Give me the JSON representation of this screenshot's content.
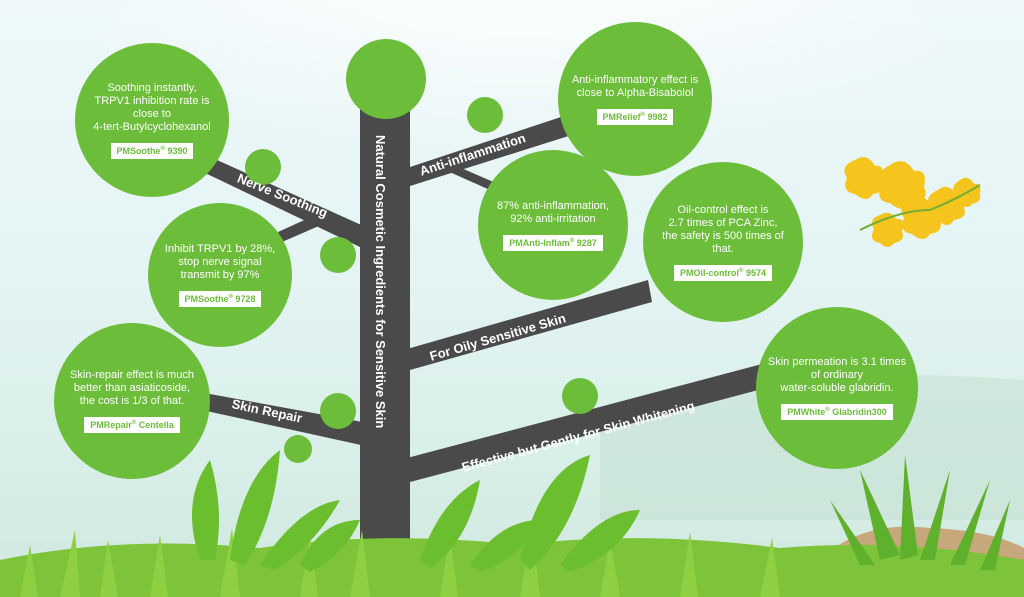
{
  "trunk_title": "Natural Cosmetic Ingredients for Sensitive Skin",
  "branches": {
    "anti_inflammation": "Anti-inflammation",
    "nerve_soothing": "Nerve Soothing",
    "oily_sensitive": "For Oily Sensitive Skin",
    "skin_repair": "Skin Repair",
    "whitening": "Effective but Gently for Skin Whitening"
  },
  "bubbles": {
    "soothe_9390": {
      "desc": "Soothing instantly,\nTRPV1 inhibition rate is\nclose to\n4-tert-Butylcyclohexanol",
      "tag": "PMSoothe",
      "mark": "®",
      "code": " 9390"
    },
    "soothe_9728": {
      "desc": "Inhibit TRPV1 by 28%,\nstop nerve signal\ntransmit by 97%",
      "tag": "PMSoothe",
      "mark": "®",
      "code": " 9728"
    },
    "repair": {
      "desc": "Skin-repair effect is much\nbetter than asiaticoside,\nthe cost is 1/3 of that.",
      "tag": "PMRepair",
      "mark": "®",
      "code": " Centella"
    },
    "relief": {
      "desc": "Anti-inflammatory effect is\nclose to Alpha-Bisabolol",
      "tag": "PMRelief",
      "mark": "®",
      "code": " 9982"
    },
    "anti_inflam": {
      "desc": "87% anti-inflammation,\n92% anti-irritation",
      "tag": "PMAnti-Inflam",
      "mark": "®",
      "code": " 9287"
    },
    "oil_control": {
      "desc": "Oil-control effect is\n2.7 times of PCA Zinc,\nthe safety is 500 times of that.",
      "tag": "PMOil-control",
      "mark": "®",
      "code": " 9574"
    },
    "white": {
      "desc": "Skin permeation is 3.1 times\nof ordinary\nwater-soluble glabridin.",
      "tag": "PMWhite",
      "mark": "®",
      "code": " Glabridin300"
    }
  },
  "colors": {
    "green": "#6cbd3a",
    "trunk": "#4a4a4a",
    "grass": "#7ec43a"
  }
}
